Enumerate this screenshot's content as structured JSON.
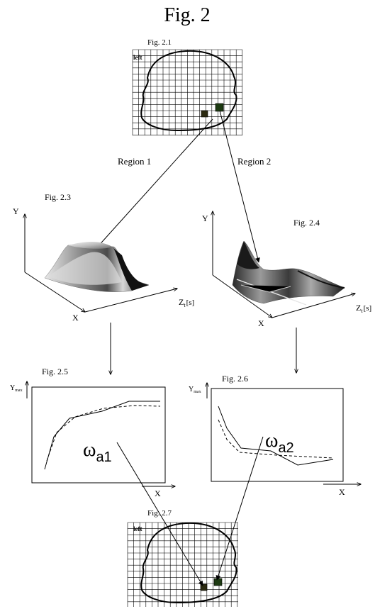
{
  "title": "Fig. 2",
  "fig21": {
    "label": "Fig. 2.1",
    "left_label": "left"
  },
  "fig23": {
    "label": "Fig. 2.3",
    "y_axis": "Y",
    "x_axis": "X",
    "z_axis_main": "Z",
    "z_axis_sub": "t",
    "z_axis_unit": "[s]"
  },
  "fig24": {
    "label": "Fig. 2.4",
    "y_axis": "Y",
    "x_axis": "X",
    "z_axis_main": "Z",
    "z_axis_sub": "t",
    "z_axis_unit": "[s]"
  },
  "region1": "Region 1",
  "region2": "Region 2",
  "fig25": {
    "label": "Fig. 2.5",
    "y_axis_main": "Y",
    "y_axis_sub": "max",
    "x_axis": "X",
    "omega_symbol": "ω",
    "omega_sub": "a1"
  },
  "fig26": {
    "label": "Fig. 2.6",
    "y_axis_main": "Y",
    "y_axis_sub": "max",
    "x_axis": "X",
    "omega_symbol": "ω",
    "omega_sub": "a2"
  },
  "fig27": {
    "label": "Fig. 2.7",
    "left_label": "left"
  },
  "colors": {
    "marker": "#1d3a12",
    "marker_dark": "#2b2a10",
    "line": "#000000"
  }
}
